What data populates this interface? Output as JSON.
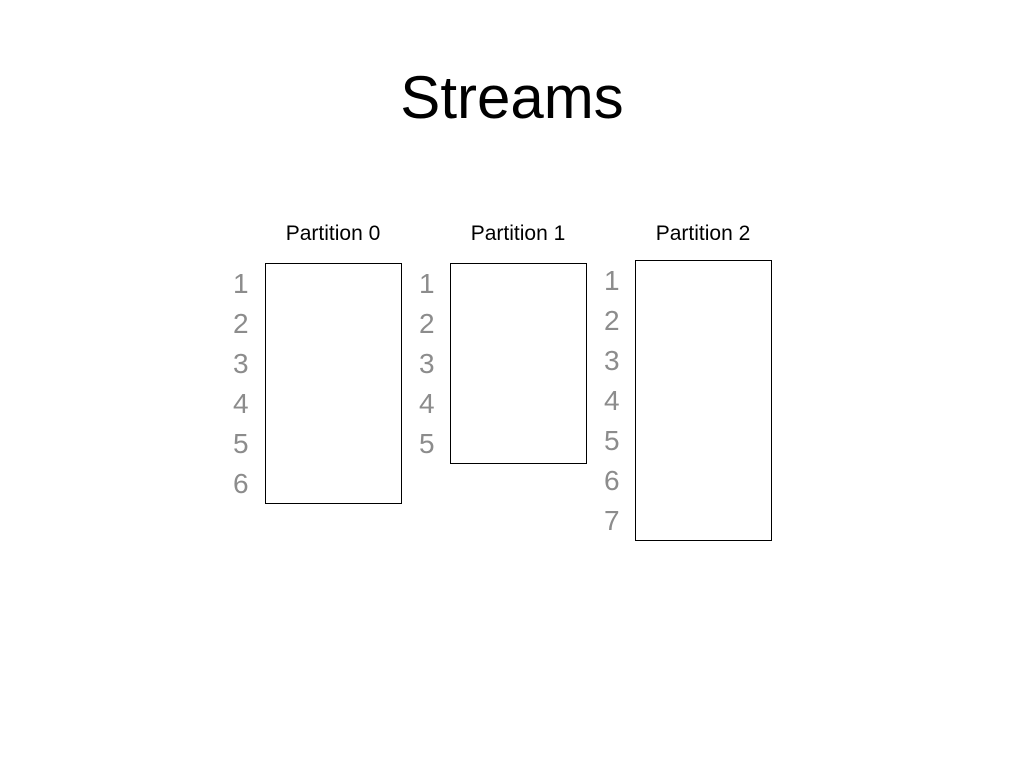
{
  "title": "Streams",
  "colors": {
    "background": "#ffffff",
    "title_text": "#000000",
    "cell_border": "#000000",
    "offset_numbers": "#8c8c8c"
  },
  "partitions": [
    {
      "label": "Partition 0",
      "offsets": [
        "1",
        "2",
        "3",
        "4",
        "5",
        "6"
      ]
    },
    {
      "label": "Partition 1",
      "offsets": [
        "1",
        "2",
        "3",
        "4",
        "5"
      ]
    },
    {
      "label": "Partition 2",
      "offsets": [
        "1",
        "2",
        "3",
        "4",
        "5",
        "6",
        "7"
      ]
    }
  ]
}
